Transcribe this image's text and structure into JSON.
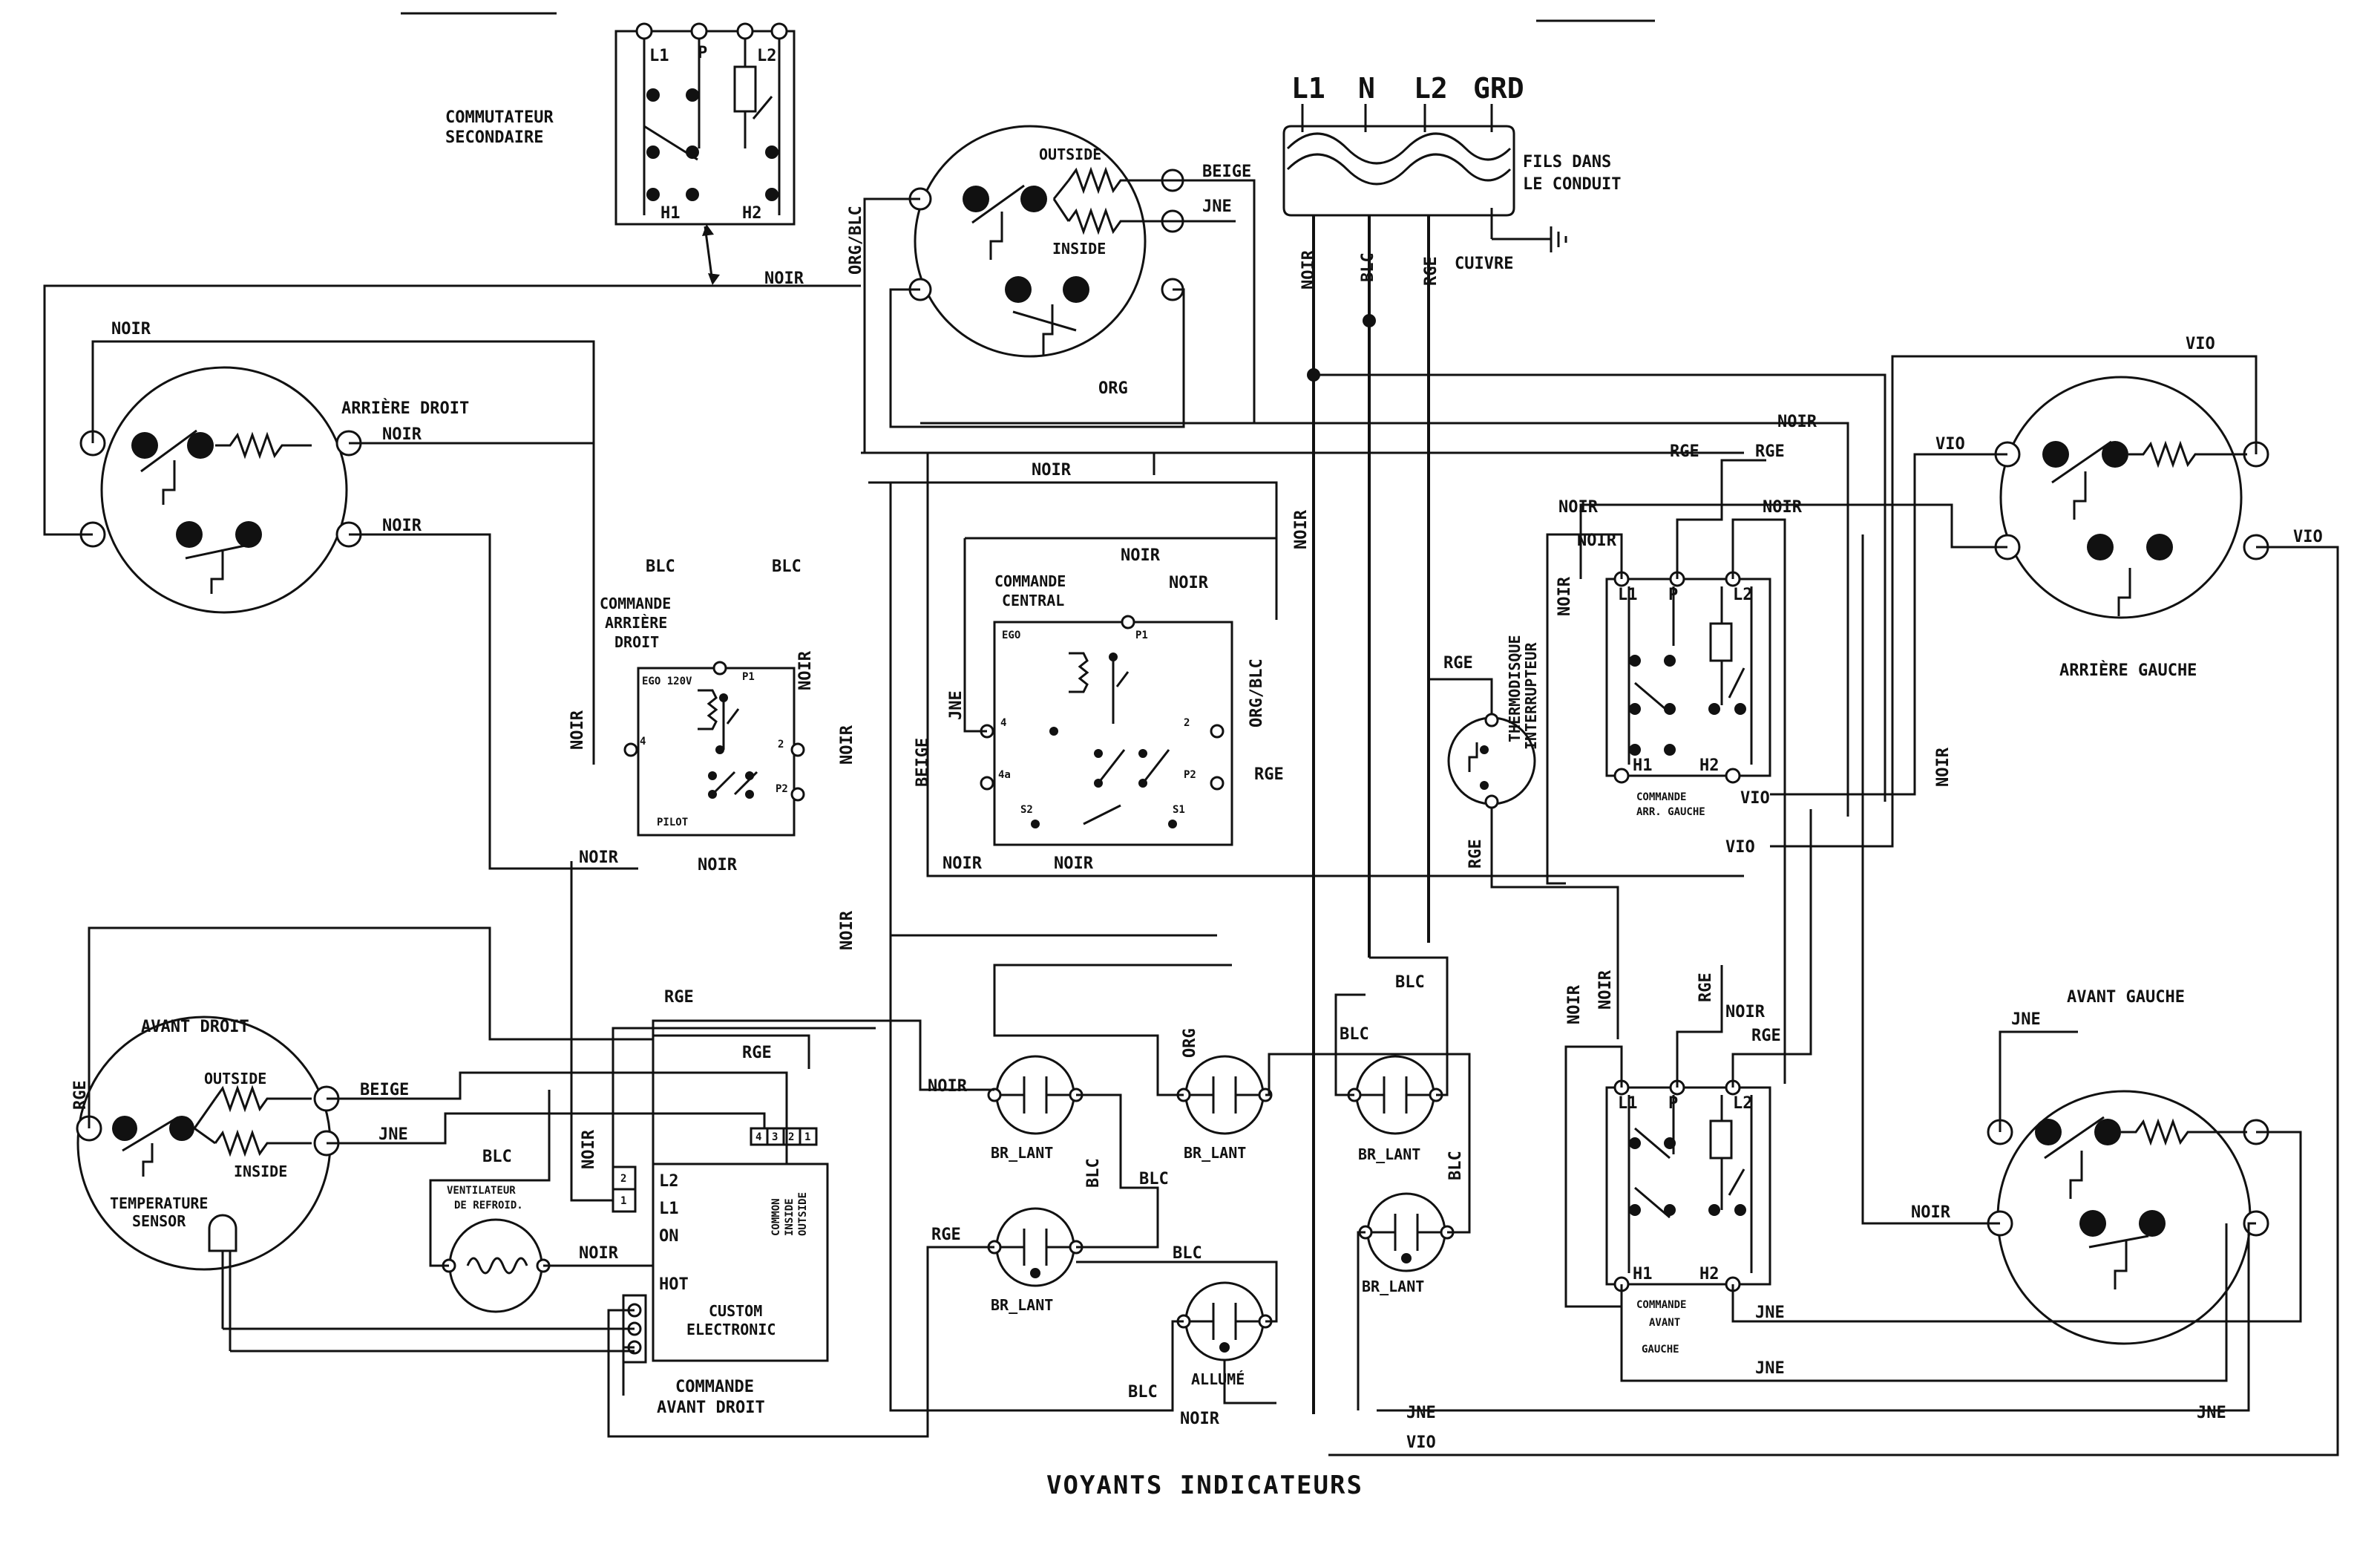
{
  "supply": {
    "l1": "L1",
    "n": "N",
    "l2": "L2",
    "grd": "GRD",
    "conduit_line1": "FILS DANS",
    "conduit_line2": "LE CONDUIT",
    "copper": "CUIVRE"
  },
  "wire_colors": {
    "noir": "NOIR",
    "blc": "BLC",
    "rge": "RGE",
    "org": "ORG",
    "org_blc": "ORG/BLC",
    "beige": "BEIGE",
    "jne": "JNE",
    "vio": "VIO"
  },
  "components": {
    "secondary_switch_line1": "COMMUTATEUR",
    "secondary_switch_line2": "SECONDAIRE",
    "rear_right": "ARRIÈRE DROIT",
    "rear_left": "ARRIÈRE GAUCHE",
    "front_right": "AVANT DROIT",
    "front_left": "AVANT GAUCHE",
    "center_outside": "OUTSIDE",
    "center_inside": "INSIDE",
    "fr_outside": "OUTSIDE",
    "fr_inside": "INSIDE",
    "temp_sensor_line1": "TEMPERATURE",
    "temp_sensor_line2": "SENSOR",
    "ctrl_rear_right_1": "COMMANDE",
    "ctrl_rear_right_2": "ARRIÈRE",
    "ctrl_rear_right_3": "DROIT",
    "ctrl_center_1": "COMMANDE",
    "ctrl_center_2": "CENTRAL",
    "ego": "EGO",
    "ego_120v": "EGO 120V",
    "pilot": "PILOT",
    "thermodisque_1": "THERMODISQUE",
    "thermodisque_2": "INTERRUPTEUR",
    "ctrl_rear_left_1": "COMMANDE",
    "ctrl_rear_left_2": "ARR. GAUCHE",
    "ctrl_front_left_1": "COMMANDE",
    "ctrl_front_left_2": "AVANT",
    "ctrl_front_left_3": "GAUCHE",
    "fan_1": "VENTILATEUR",
    "fan_2": "DE REFROID.",
    "custom_1": "CUSTOM",
    "custom_2": "ELECTRONIC",
    "common_1": "COMMON",
    "common_2": "INSIDE",
    "common_3": "OUTSIDE",
    "ctrl_front_right_1": "COMMANDE",
    "ctrl_front_right_2": "AVANT DROIT",
    "burner_lamp": "BR_LANT",
    "light": "ALLUMÉ"
  },
  "terminals": {
    "l1": "L1",
    "l2": "L2",
    "p": "P",
    "h1": "H1",
    "h2": "H2",
    "p1": "P1",
    "p2": "P2",
    "t2": "2",
    "t4": "4",
    "t4a": "4a",
    "s1": "S1",
    "s2": "S2",
    "on": "ON",
    "hot": "HOT",
    "n1": "1",
    "n2": "2",
    "n3": "3",
    "n4": "4"
  },
  "footer": {
    "title": "VOYANTS INDICATEURS"
  },
  "colors": {
    "ink": "#111111",
    "paper": "#ffffff"
  }
}
